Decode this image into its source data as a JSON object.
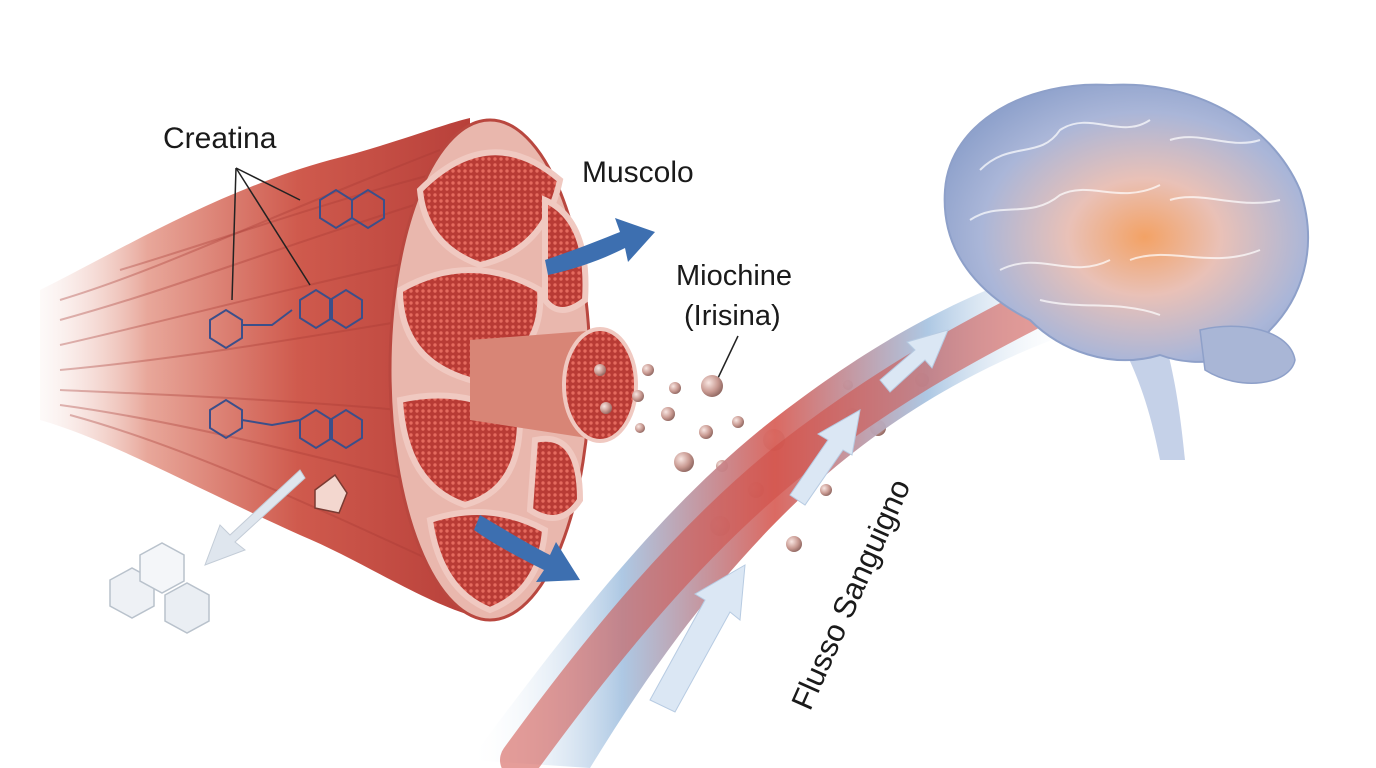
{
  "labels": {
    "creatine": "Creatina",
    "muscle": "Muscolo",
    "myokines_line1": "Miochine",
    "myokines_line2": "(Irisina)",
    "bloodstream": "Flusso Sanguigno"
  },
  "colors": {
    "muscle_red": "#c9473f",
    "muscle_dark": "#9e2f2a",
    "muscle_light": "#e89a8a",
    "vessel_blue": "#7fa8d0",
    "vessel_red": "#d2524d",
    "arrow_blue": "#3d6fb0",
    "brain_blue": "#9fb2d6",
    "brain_orange": "#f1a46a",
    "molecule": "#3b4f8a"
  },
  "icons": [
    "creatine-molecule-icon",
    "sugar-cube-icon",
    "myokine-particle-icon",
    "flow-arrow-icon",
    "brain-icon"
  ]
}
